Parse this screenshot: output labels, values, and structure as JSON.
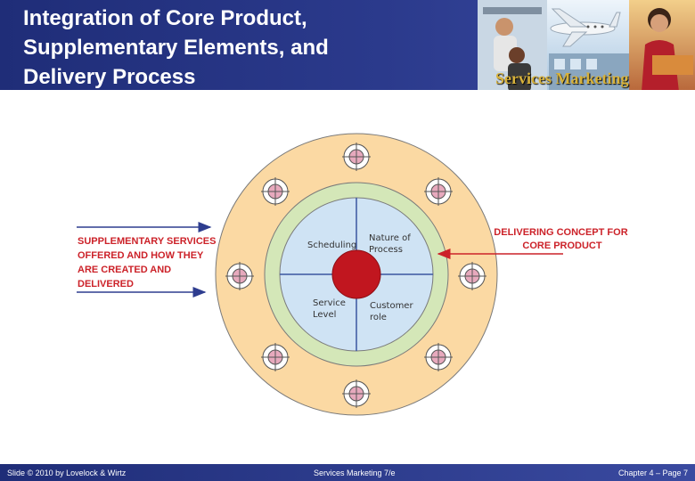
{
  "title": {
    "lines": [
      "Integration of Core Product,",
      "Supplementary Elements, and",
      "Delivery Process"
    ]
  },
  "brand": "Services Marketing",
  "diagram": {
    "left_label": [
      "SUPPLEMENTARY SERVICES",
      "OFFERED AND HOW THEY",
      "ARE CREATED AND",
      "DELIVERED"
    ],
    "right_label": [
      "DELIVERING CONCEPT FOR",
      "CORE PRODUCT"
    ],
    "quadrants": {
      "top_left": "Scheduling",
      "top_right": [
        "Nature of",
        "Process"
      ],
      "bottom_left": [
        "Service",
        "Level"
      ],
      "bottom_right": [
        "Customer",
        "role"
      ]
    },
    "colors": {
      "outer_ring": "#fbd9a3",
      "middle_ring": "#d4e7b8",
      "inner_circle": "#cfe3f4",
      "core": "#c1161f",
      "label_red": "#cc2229",
      "arrow_blue": "#2e3d8f"
    }
  },
  "footer": {
    "left": "Slide © 2010 by Lovelock & Wirtz",
    "center": "Services Marketing 7/e",
    "right": "Chapter 4 – Page 7"
  }
}
